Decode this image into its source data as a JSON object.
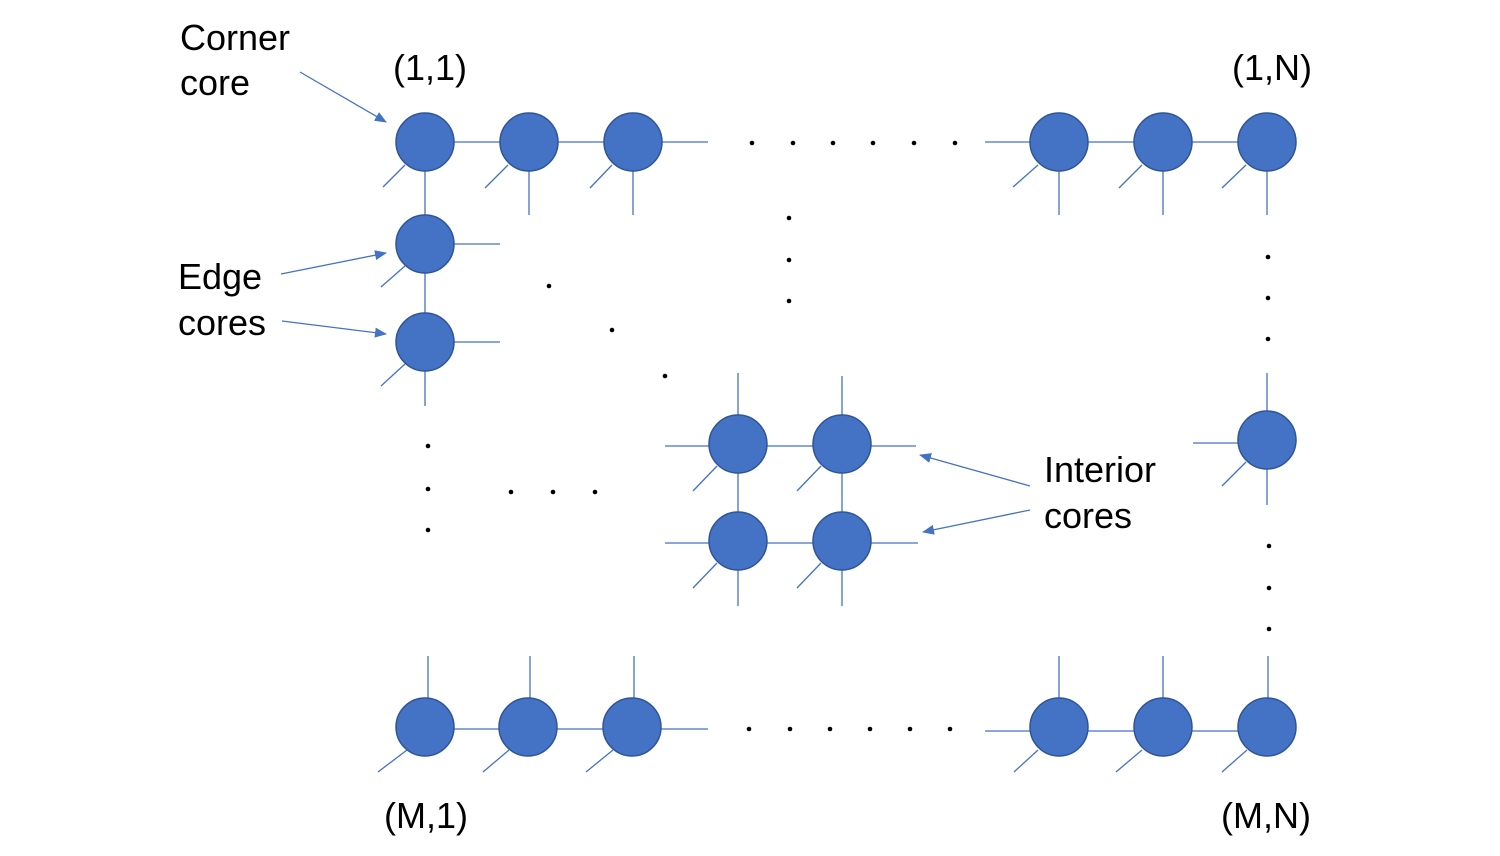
{
  "labels": {
    "corner_line1": "Corner",
    "corner_line2": "core",
    "edge_line1": "Edge",
    "edge_line2": "cores",
    "interior_line1": "Interior",
    "interior_line2": "cores",
    "top_left": "(1,1)",
    "top_right": "(1,N)",
    "bottom_left": "(M,1)",
    "bottom_right": "(M,N)"
  },
  "colors": {
    "node_fill": "#4472c4",
    "node_stroke": "#2f5597",
    "wire": "#4472c4",
    "text": "#000000"
  }
}
